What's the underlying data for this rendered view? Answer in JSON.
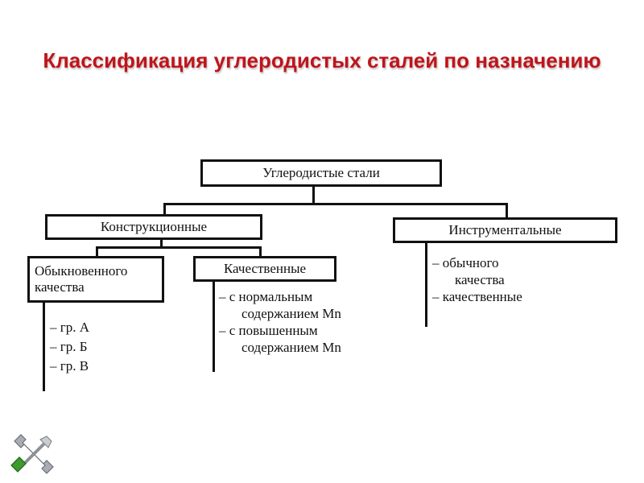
{
  "title": "Классификация углеродистых сталей по назначению",
  "diagram": {
    "root": "Углеродистые стали",
    "structural": {
      "label": "Конструкционные",
      "ordinary": {
        "label_line1": "Обыкновенного",
        "label_line2": "качества",
        "items": [
          "– гр. А",
          "– гр. Б",
          "– гр. В"
        ]
      },
      "quality": {
        "label": "Качественные",
        "items": [
          "– с нормальным",
          "содержанием Mn",
          "– с повышенным",
          "содержанием Mn"
        ]
      }
    },
    "tool": {
      "label": "Инструментальные",
      "items": [
        "– обычного",
        "качества",
        "– качественные"
      ]
    }
  },
  "colors": {
    "title": "#c0141b",
    "lines": "#111111",
    "icon_wrench": "#9aa0a6",
    "icon_screwdriver": "#3c9a2e"
  },
  "icon": "tools-icon"
}
